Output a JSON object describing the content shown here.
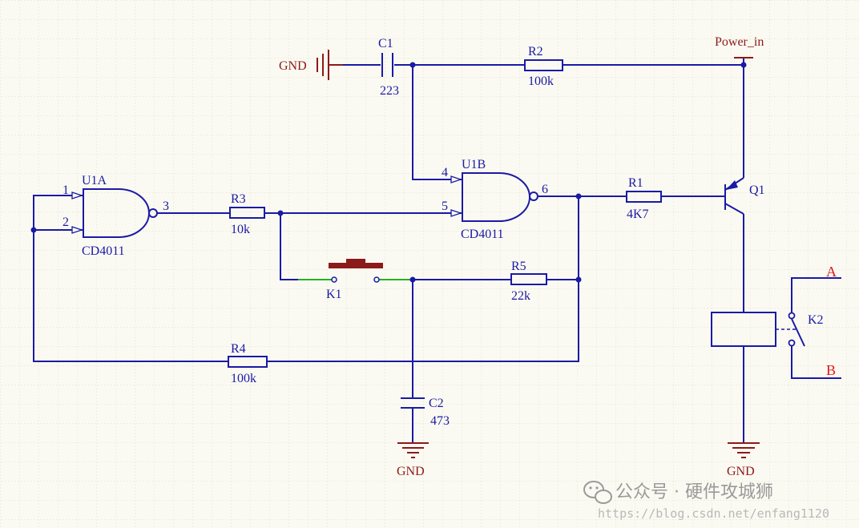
{
  "net_labels": {
    "power_in": "Power_in",
    "gnd_left": "GND",
    "gnd_c2": "GND",
    "gnd_q1": "GND",
    "out_a": "A",
    "out_b": "B"
  },
  "components": {
    "c1": {
      "ref": "C1",
      "value": "223"
    },
    "c2": {
      "ref": "C2",
      "value": "473"
    },
    "r1": {
      "ref": "R1",
      "value": "4K7"
    },
    "r2": {
      "ref": "R2",
      "value": "100k"
    },
    "r3": {
      "ref": "R3",
      "value": "10k"
    },
    "r4": {
      "ref": "R4",
      "value": "100k"
    },
    "r5": {
      "ref": "R5",
      "value": "22k"
    },
    "u1a": {
      "ref": "U1A",
      "part": "CD4011",
      "pins": [
        "1",
        "2",
        "3"
      ]
    },
    "u1b": {
      "ref": "U1B",
      "part": "CD4011",
      "pins": [
        "4",
        "5",
        "6"
      ]
    },
    "q1": {
      "ref": "Q1"
    },
    "k1": {
      "ref": "K1"
    },
    "k2": {
      "ref": "K2"
    }
  },
  "watermark": {
    "channel": "公众号 · 硬件攻城狮",
    "url": "https://blog.csdn.net/enfang1120"
  },
  "colors": {
    "wire": "#1a1aa6",
    "net_label": "#8b1a1a",
    "switch_wire": "#22b322",
    "output_label": "#e01818",
    "grid": "#e4e0cf"
  }
}
